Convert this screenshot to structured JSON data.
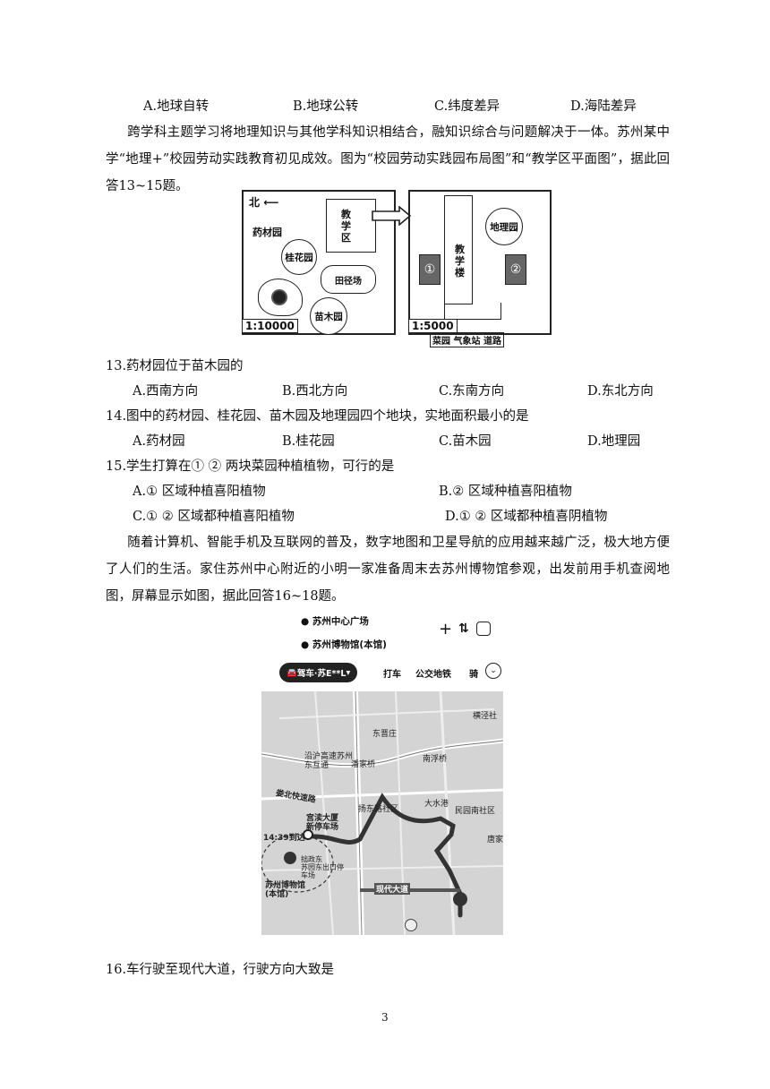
{
  "q12_options": [
    "A.地球自转",
    "B.地球公转",
    "C.纬度差异",
    "D.海陆差异"
  ],
  "intro1": "跨学科主题学习将地理知识与其他学科知识相结合，融知识综合与问题解决于一体。苏州某中学“地理+”校园劳动实践教育初见成效。图为“校园劳动实践园布局图”和“教学区平面图”，据此回答13~15题。",
  "figure1": {
    "north": "北",
    "gardens": [
      "药材园",
      "桂花园",
      "田径场",
      "苗木园"
    ],
    "teaching_area": "教学区",
    "scale_left": "1:10000",
    "building": "教学楼",
    "geo_garden": "地理园",
    "plot1": "①",
    "plot2": "②",
    "scale_right": "1:5000",
    "legend": "菜园 气象站 道路"
  },
  "q13": {
    "stem": "13.药材园位于苗木园的",
    "options": [
      "A.西南方向",
      "B.西北方向",
      "C.东南方向",
      "D.东北方向"
    ]
  },
  "q14": {
    "stem": "14.图中的药材园、桂花园、苗木园及地理园四个地块，实地面积最小的是",
    "options": [
      "A.药材园",
      "B.桂花园",
      "C.苗木园",
      "D.地理园"
    ]
  },
  "q15": {
    "stem": "15.学生打算在① ② 两块菜园种植植物，可行的是",
    "options": [
      "A.① 区域种植喜阳植物",
      "B.② 区域种植喜阳植物",
      "C.① ② 区域都种植喜阳植物",
      "D.① ② 区域都种植喜阴植物"
    ]
  },
  "intro2": "随着计算机、智能手机及互联网的普及，数字地图和卫星导航的应用越来越广泛，极大地方便了人们的生活。家住苏州中心附近的小明一家准备周末去苏州博物馆参观，出发前用手机查阅地图，屏幕显示如图，据此回答16~18题。",
  "figure2": {
    "origin": "苏州中心广场",
    "destination": "苏州博物馆(本馆)",
    "mode_selected": "驾车·苏E**L",
    "modes": [
      "打车",
      "公交地铁",
      "骑"
    ],
    "labels": [
      "东晋庄",
      "横泾社",
      "沿沪高速苏州东互通",
      "潘家桥",
      "南浮桥",
      "娄北快速路",
      "扬东路社区",
      "大水港",
      "民园南社区",
      "宫渎大厦",
      "新停车场",
      "14:39到达",
      "拙政东",
      "苏园东出口停车场",
      "苏州博物馆(本馆)",
      "现代大道",
      "唐家"
    ]
  },
  "q16": {
    "stem": "16.车行驶至现代大道，行驶方向大致是"
  },
  "page_number": "3"
}
